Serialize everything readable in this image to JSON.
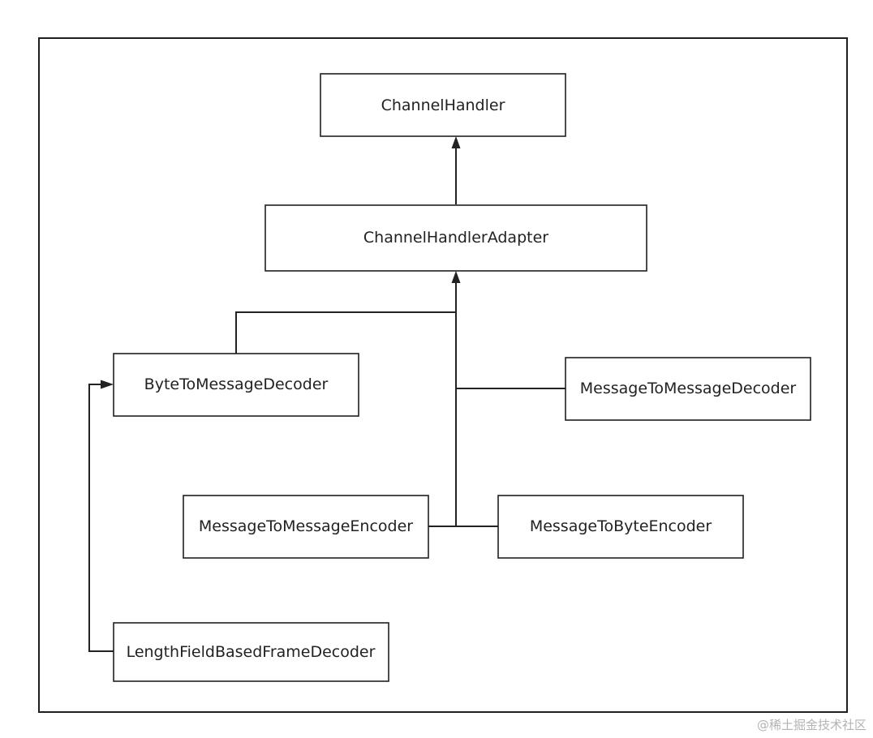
{
  "nodes": {
    "channel_handler": "ChannelHandler",
    "channel_handler_adapter": "ChannelHandlerAdapter",
    "byte_to_message_decoder": "ByteToMessageDecoder",
    "message_to_message_decoder": "MessageToMessageDecoder",
    "message_to_message_encoder": "MessageToMessageEncoder",
    "message_to_byte_encoder": "MessageToByteEncoder",
    "length_field_based_frame_decoder": "LengthFieldBasedFrameDecoder"
  },
  "edges": [
    {
      "from": "channel_handler_adapter",
      "to": "channel_handler"
    },
    {
      "from": "byte_to_message_decoder",
      "to": "channel_handler_adapter"
    },
    {
      "from": "message_to_message_decoder",
      "to": "channel_handler_adapter"
    },
    {
      "from": "message_to_message_encoder",
      "to": "channel_handler_adapter"
    },
    {
      "from": "message_to_byte_encoder",
      "to": "channel_handler_adapter"
    },
    {
      "from": "length_field_based_frame_decoder",
      "to": "byte_to_message_decoder"
    }
  ],
  "watermark": "@稀土掘金技术社区"
}
